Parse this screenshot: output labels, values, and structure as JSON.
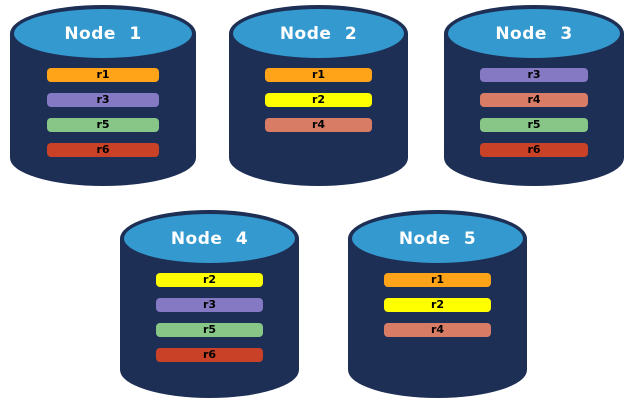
{
  "theme": {
    "background": "#FFFFFF",
    "cylinder_body": "#1E2F55",
    "cylinder_top": "#3399CF",
    "node_title_color": "#FFFFFF",
    "replica_label_color": "#000000"
  },
  "replica_colors": {
    "r1": "#FFA318",
    "r2": "#FFFF00",
    "r3": "#8579C4",
    "r4": "#D97C66",
    "r5": "#87C687",
    "r6": "#C94227"
  },
  "nodes": [
    {
      "label": "Node 1",
      "replicas": [
        {
          "label": "r1",
          "color": "#FFA318"
        },
        {
          "label": "r3",
          "color": "#8579C4"
        },
        {
          "label": "r5",
          "color": "#87C687"
        },
        {
          "label": "r6",
          "color": "#C94227"
        }
      ]
    },
    {
      "label": "Node 2",
      "replicas": [
        {
          "label": "r1",
          "color": "#FFA318"
        },
        {
          "label": "r2",
          "color": "#FFFF00"
        },
        {
          "label": "r4",
          "color": "#D97C66"
        }
      ]
    },
    {
      "label": "Node 3",
      "replicas": [
        {
          "label": "r3",
          "color": "#8579C4"
        },
        {
          "label": "r4",
          "color": "#D97C66"
        },
        {
          "label": "r5",
          "color": "#87C687"
        },
        {
          "label": "r6",
          "color": "#C94227"
        }
      ]
    },
    {
      "label": "Node 4",
      "replicas": [
        {
          "label": "r2",
          "color": "#FFFF00"
        },
        {
          "label": "r3",
          "color": "#8579C4"
        },
        {
          "label": "r5",
          "color": "#87C687"
        },
        {
          "label": "r6",
          "color": "#C94227"
        }
      ]
    },
    {
      "label": "Node 5",
      "replicas": [
        {
          "label": "r1",
          "color": "#FFA318"
        },
        {
          "label": "r2",
          "color": "#FFFF00"
        },
        {
          "label": "r4",
          "color": "#D97C66"
        }
      ]
    }
  ]
}
